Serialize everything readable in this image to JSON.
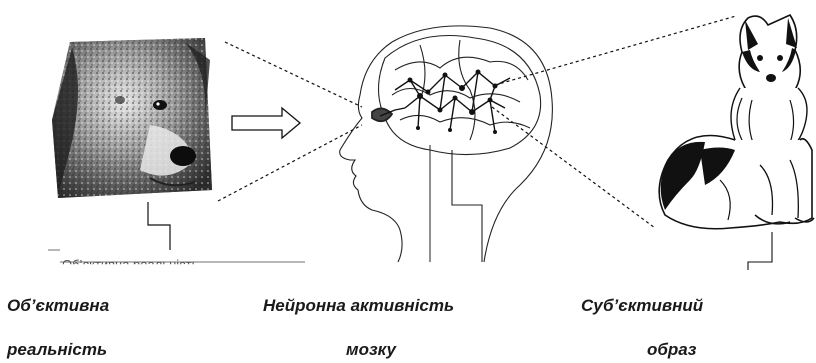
{
  "figure": {
    "faded_label": "Об’єктивна реальність",
    "captions": {
      "objective_line1": "Об’єктивна",
      "objective_line2": "реальність",
      "neural_line1": "Нейронна активність",
      "neural_line2": "мозку",
      "subjective_line1": "Суб’єктивний",
      "subjective_line2": "образ"
    },
    "colors": {
      "ink": "#1a1a1a",
      "photo_dark": "#2b2b2b",
      "photo_light": "#d8d8d8"
    },
    "icons": [
      "dog-photo",
      "arrow-right-icon",
      "head-brain-outline",
      "dog-drawing"
    ]
  }
}
